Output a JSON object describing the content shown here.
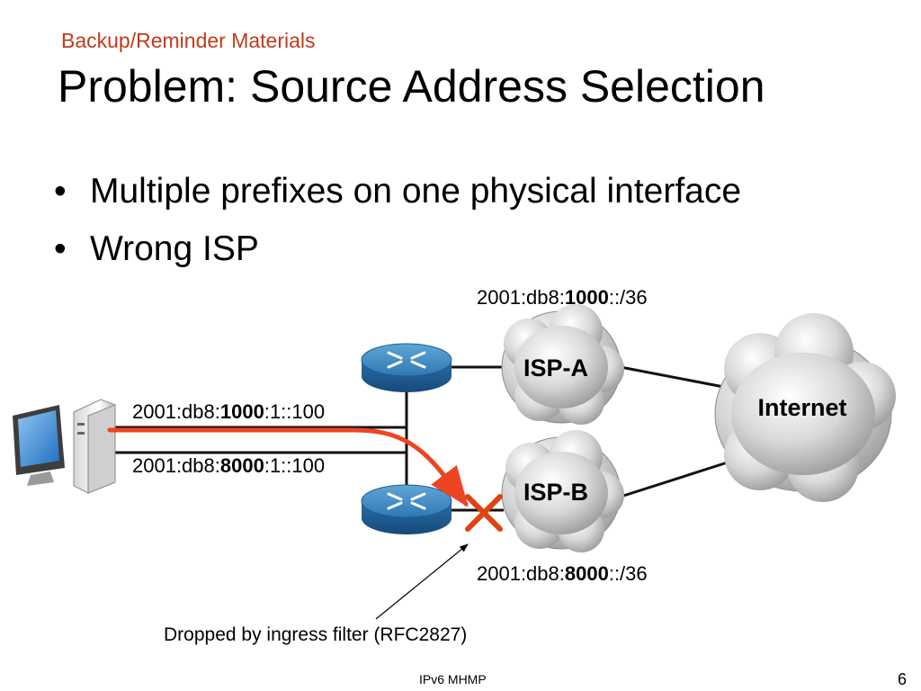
{
  "slide": {
    "supertitle": "Backup/Reminder Materials",
    "title": "Problem: Source Address Selection",
    "bullets": [
      "Multiple prefixes on one physical interface",
      "Wrong ISP"
    ],
    "footer": "IPv6 MHMP",
    "page_number": "6"
  },
  "diagram": {
    "isp_a": {
      "label": "ISP-A",
      "prefix": {
        "pre": "2001:db8:",
        "bold": "1000",
        "post": "::/36"
      }
    },
    "isp_b": {
      "label": "ISP-B",
      "prefix": {
        "pre": "2001:db8:",
        "bold": "8000",
        "post": "::/36"
      }
    },
    "internet": {
      "label": "Internet"
    },
    "host_address_a": {
      "pre": "2001:db8:",
      "bold": "1000",
      "post": ":1::100"
    },
    "host_address_b": {
      "pre": "2001:db8:",
      "bold": "8000",
      "post": ":1::100"
    },
    "annotation": "Dropped by ingress filter (RFC2827)",
    "colors": {
      "path": "#ee4422",
      "cross": "#dd4411",
      "title_accent": "#c23a1a"
    }
  }
}
